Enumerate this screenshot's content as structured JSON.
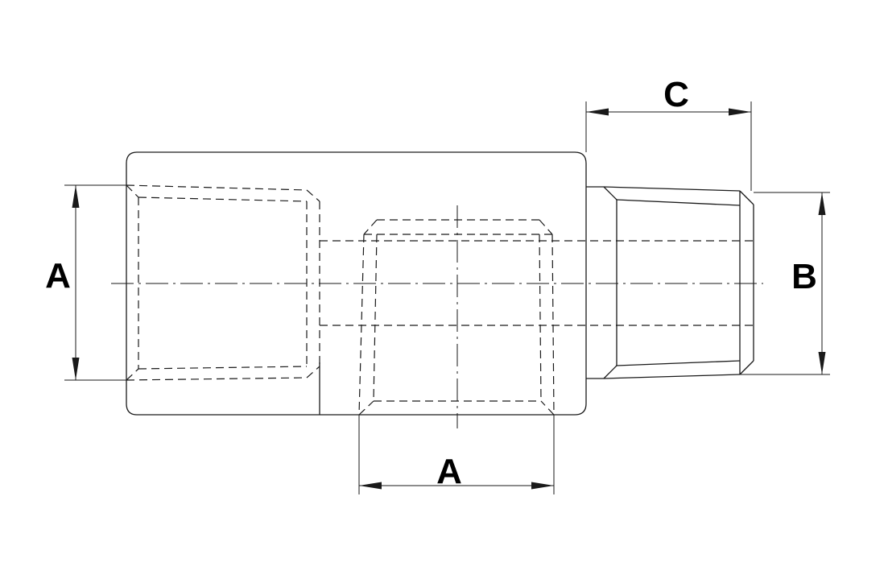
{
  "labels": {
    "dim_a_left": "A",
    "dim_a_bottom": "A",
    "dim_b": "B",
    "dim_c": "C"
  },
  "colors": {
    "line": "#1a1a1a",
    "background": "#ffffff"
  }
}
